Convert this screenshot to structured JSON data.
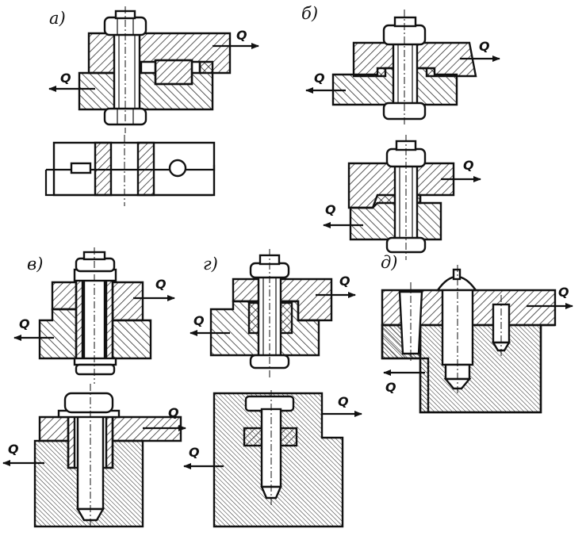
{
  "figure": {
    "panel_labels": [
      "а)",
      "б)",
      "в)",
      "г)",
      "д)"
    ],
    "force_label": "Q"
  }
}
